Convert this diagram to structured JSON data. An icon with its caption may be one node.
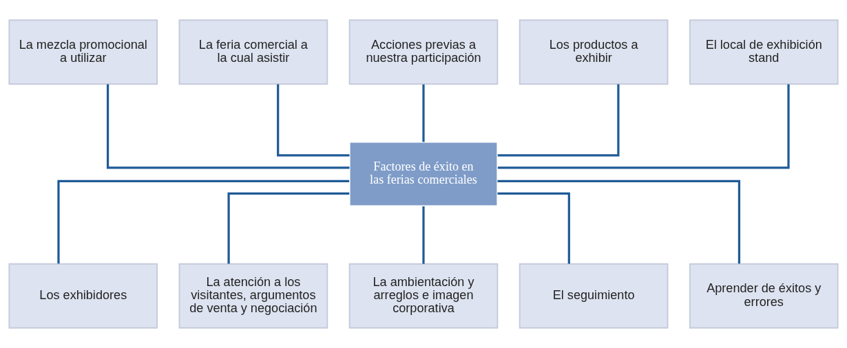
{
  "diagram": {
    "nodes": [
      {
        "text": [
          "La mezcla promocional a utilizar"
        ]
      },
      {
        "text": [
          "La feria comercial a la cual asistir"
        ]
      },
      {
        "text": [
          "Acciones previas a nuestra participación"
        ]
      },
      {
        "text": [
          "Los productos a exhibir"
        ]
      },
      {
        "text": [
          "El local de exhibición stand"
        ]
      },
      {
        "text": [
          "Factores de éxito en las ferias comerciales"
        ]
      },
      {
        "text": [
          "Los exhibidores"
        ]
      },
      {
        "text": [
          "La atención a los visitantes, argumentos de venta y negociación"
        ]
      },
      {
        "text": [
          "La ambientación y arreglos e imagen corporativa"
        ]
      },
      {
        "text": [
          "El seguimiento"
        ]
      },
      {
        "text": [
          "Aprender de éxitos y errores"
        ]
      }
    ],
    "edges": [
      {
        "from": 0,
        "to": 5,
        "arrow": "none"
      },
      {
        "from": 1,
        "to": 5,
        "arrow": "none"
      },
      {
        "from": 2,
        "to": 5,
        "arrow": "none"
      },
      {
        "from": 3,
        "to": 5,
        "arrow": "none"
      },
      {
        "from": 4,
        "to": 5,
        "arrow": "none"
      },
      {
        "from": 5,
        "to": 6,
        "arrow": "none"
      },
      {
        "from": 5,
        "to": 7,
        "arrow": "none"
      },
      {
        "from": 5,
        "to": 8,
        "arrow": "none"
      },
      {
        "from": 5,
        "to": 9,
        "arrow": "none"
      },
      {
        "from": 5,
        "to": 10,
        "arrow": "none"
      }
    ]
  }
}
